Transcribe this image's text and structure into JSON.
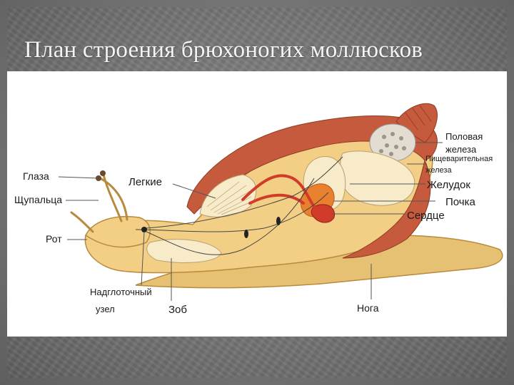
{
  "slide": {
    "title": "План строения брюхоногих моллюсков"
  },
  "diagram": {
    "labels": {
      "eyes": "Глаза",
      "tentacles": "Щупальца",
      "mouth": "Рот",
      "supraesophageal_ganglion_line1": "Надглоточный",
      "supraesophageal_ganglion_line2": "узел",
      "crop": "Зоб",
      "lungs": "Легкие",
      "gonad_line1": "Половая",
      "gonad_line2": "железа",
      "digestive_gland_line1": "Пищеварительная",
      "digestive_gland_line2": "железа",
      "stomach": "Желудок",
      "kidney": "Почка",
      "heart": "Сердце",
      "foot": "Нога"
    },
    "colors": {
      "body": "#f2cf84",
      "body_dark": "#e3b25e",
      "shell": "#c65a3c",
      "foot": "#e7c173",
      "organ_light": "#f7ebc9",
      "orange_organ": "#e8802e",
      "vessel": "#d13b2a"
    }
  }
}
